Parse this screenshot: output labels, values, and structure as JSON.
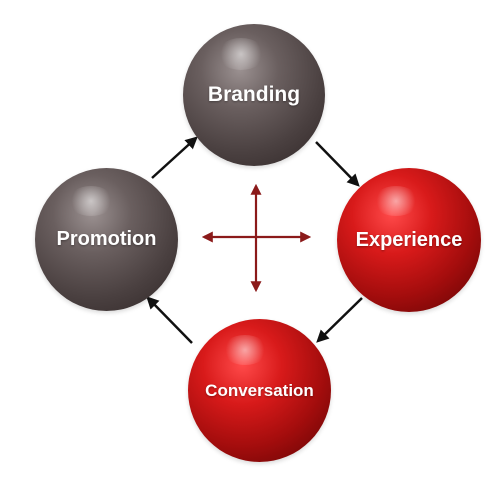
{
  "diagram": {
    "nodes": [
      {
        "id": "branding",
        "label": "Branding",
        "color": "#4a4040"
      },
      {
        "id": "promotion",
        "label": "Promotion",
        "color": "#4a4040"
      },
      {
        "id": "experience",
        "label": "Experience",
        "color": "#c01212"
      },
      {
        "id": "conversation",
        "label": "Conversation",
        "color": "#c01212"
      }
    ],
    "edges": [
      {
        "from": "promotion",
        "to": "branding"
      },
      {
        "from": "branding",
        "to": "experience"
      },
      {
        "from": "experience",
        "to": "conversation"
      },
      {
        "from": "conversation",
        "to": "promotion"
      }
    ],
    "center_icon": "four-way-arrow-icon",
    "arrow_color": "#111111",
    "center_arrow_color": "#8b1a1a"
  }
}
